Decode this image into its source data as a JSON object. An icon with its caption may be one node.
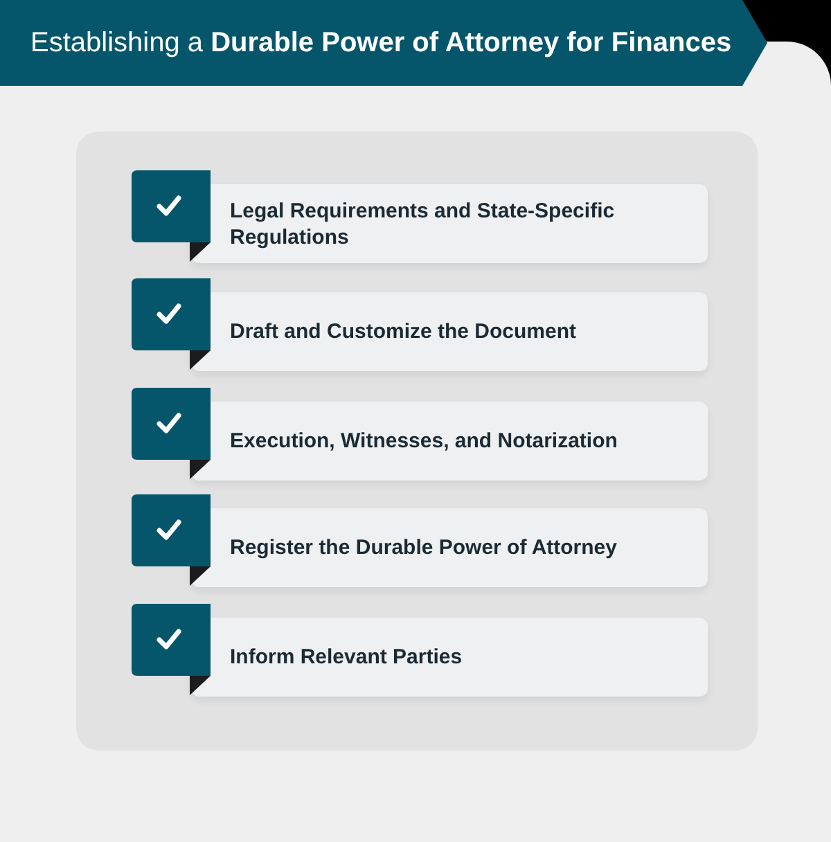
{
  "diagram": {
    "title": "Establishing a **Durable Power of Attorney for Finances**",
    "nodes": [
      {
        "text": [
          "Legal Requirements and State-Specific Regulations"
        ]
      },
      {
        "text": [
          "Draft and Customize the Document"
        ]
      },
      {
        "text": [
          "Execution, Witnesses, and Notarization"
        ]
      },
      {
        "text": [
          "Register the Durable Power of Attorney"
        ]
      },
      {
        "text": [
          "Inform Relevant Parties"
        ]
      }
    ],
    "edges": []
  }
}
